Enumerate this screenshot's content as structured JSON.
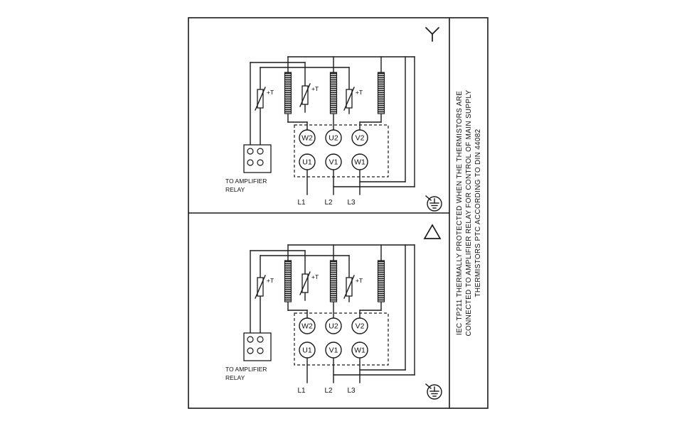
{
  "colors": {
    "ink": "#1a1a1a",
    "background": "#ffffff"
  },
  "side_note": {
    "lines": [
      "IEC TP211 THERMALLY PROTECTED WHEN THE THERMISTORS ARE",
      "CONNECTED TO AMPLIFIER RELAY FOR CONTROL OF MAIN SUPPLY",
      "THERMISTORS PTC ACCORDING TO DIN 44082"
    ]
  },
  "star_diagram": {
    "connection_type": "star",
    "terminals_top": [
      "W2",
      "U2",
      "V2"
    ],
    "terminals_bottom": [
      "U1",
      "V1",
      "W1"
    ],
    "supply": [
      "L1",
      "L2",
      "L3"
    ],
    "thermistor_labels": [
      "+T",
      "+T",
      "+T"
    ],
    "relay_note": [
      "TO AMPLIFIER",
      "RELAY"
    ]
  },
  "delta_diagram": {
    "connection_type": "delta",
    "terminals_top": [
      "W2",
      "U2",
      "V2"
    ],
    "terminals_bottom": [
      "U1",
      "V1",
      "W1"
    ],
    "supply": [
      "L1",
      "L2",
      "L3"
    ],
    "thermistor_labels": [
      "+T",
      "+T",
      "+T"
    ],
    "relay_note": [
      "TO AMPLIFIER",
      "RELAY"
    ]
  }
}
